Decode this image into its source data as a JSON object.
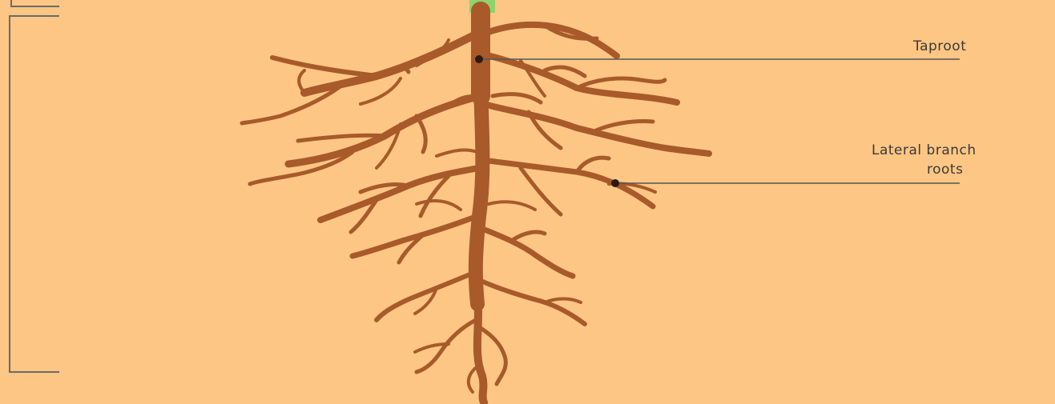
{
  "labels": {
    "taproot": "Taproot",
    "lateral_line1": "Lateral branch",
    "lateral_line2": "roots"
  },
  "colors": {
    "background": "#fdc684",
    "root": "#a85a2a",
    "stem": "#8fd36e",
    "leader_line": "#555555",
    "bracket": "#6b6b6b",
    "dot": "#2b1a10"
  }
}
